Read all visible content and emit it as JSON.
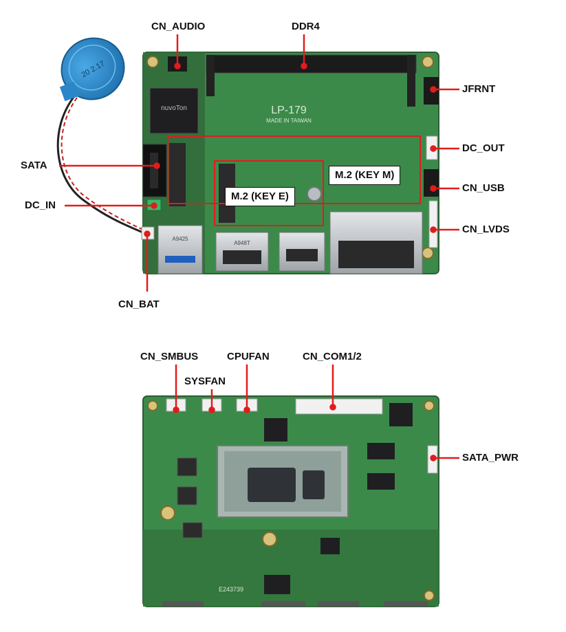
{
  "top_board": {
    "board_text": "LP-179",
    "made_in": "MADE IN TAIWAN",
    "chip_text": "nuvoTon",
    "battery_text": "20 2.17",
    "usb_code": "A9425",
    "dp_code": "A948T",
    "callouts": {
      "cn_audio": "CN_AUDIO",
      "ddr4": "DDR4",
      "jfrnt": "JFRNT",
      "dc_out": "DC_OUT",
      "sata": "SATA",
      "cn_usb": "CN_USB",
      "dc_in": "DC_IN",
      "cn_lvds": "CN_LVDS",
      "cn_bat": "CN_BAT",
      "m2_key_m": "M.2 (KEY M)",
      "m2_key_e": "M.2 (KEY E)"
    }
  },
  "bottom_board": {
    "board_code": "E243739",
    "callouts": {
      "cn_smbus": "CN_SMBUS",
      "sysfan": "SYSFAN",
      "cpufan": "CPUFAN",
      "cn_com": "CN_COM1/2",
      "sata_pwr": "SATA_PWR"
    }
  },
  "colors": {
    "pcb": "#3c8a4a",
    "pcb_dark": "#2f6f3b",
    "callout_line": "#e31b1b",
    "highlight_box": "#e31b1b",
    "battery": "#2a86c8",
    "metal": "#c9ccd0"
  }
}
